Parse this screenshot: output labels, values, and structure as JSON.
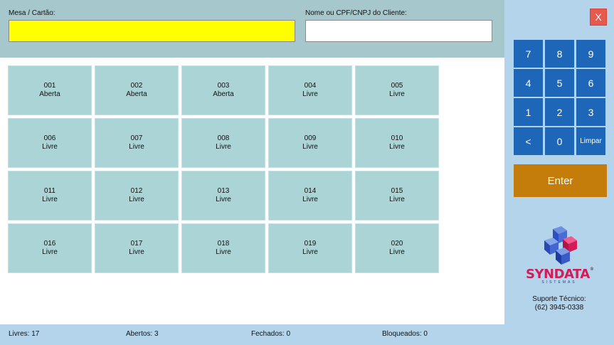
{
  "header": {
    "mesa_label": "Mesa / Cartão:",
    "mesa_value": "",
    "cliente_label": "Nome ou CPF/CNPJ do Cliente:",
    "cliente_value": ""
  },
  "tables": [
    {
      "number": "001",
      "status": "Aberta"
    },
    {
      "number": "002",
      "status": "Aberta"
    },
    {
      "number": "003",
      "status": "Aberta"
    },
    {
      "number": "004",
      "status": "Livre"
    },
    {
      "number": "005",
      "status": "Livre"
    },
    {
      "number": "006",
      "status": "Livre"
    },
    {
      "number": "007",
      "status": "Livre"
    },
    {
      "number": "008",
      "status": "Livre"
    },
    {
      "number": "009",
      "status": "Livre"
    },
    {
      "number": "010",
      "status": "Livre"
    },
    {
      "number": "011",
      "status": "Livre"
    },
    {
      "number": "012",
      "status": "Livre"
    },
    {
      "number": "013",
      "status": "Livre"
    },
    {
      "number": "014",
      "status": "Livre"
    },
    {
      "number": "015",
      "status": "Livre"
    },
    {
      "number": "016",
      "status": "Livre"
    },
    {
      "number": "017",
      "status": "Livre"
    },
    {
      "number": "018",
      "status": "Livre"
    },
    {
      "number": "019",
      "status": "Livre"
    },
    {
      "number": "020",
      "status": "Livre"
    }
  ],
  "sidebar": {
    "close_label": "X",
    "keypad": [
      "7",
      "8",
      "9",
      "4",
      "5",
      "6",
      "1",
      "2",
      "3",
      "<",
      "0",
      "Limpar"
    ],
    "enter_label": "Enter",
    "logo": {
      "word": "SYNDATA",
      "registered": "®",
      "sub": "SISTEMAS"
    },
    "support_title": "Suporte Técnico:",
    "support_phone": "(62) 3945-0338"
  },
  "status": {
    "livres": "Livres: 17",
    "abertos": "Abertos: 3",
    "fechados": "Fechados: 0",
    "bloqueados": "Bloqueados: 0"
  },
  "colors": {
    "header_bg": "#a6c8cd",
    "mesa_input_bg": "#ffff00",
    "tile_bg": "#aad4d6",
    "sidebar_bg": "#b4d4ec",
    "keypad_key": "#1e67b8",
    "enter_button": "#c47d0b",
    "close_button": "#e65a4e"
  }
}
